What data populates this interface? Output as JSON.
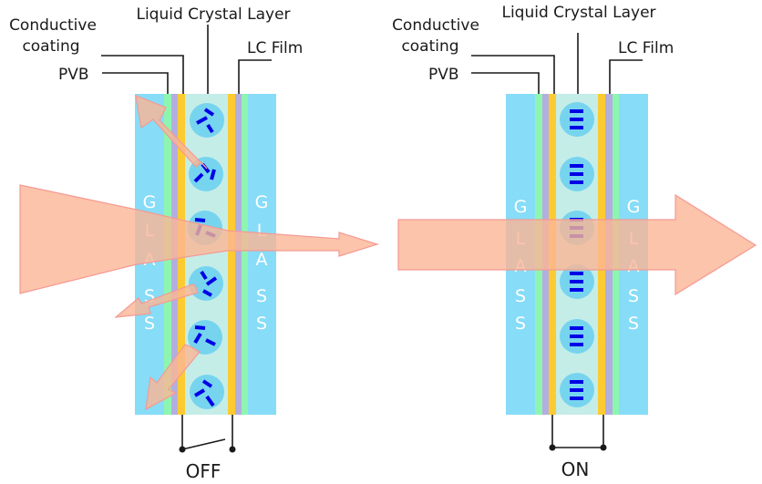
{
  "labels": {
    "conductive_line1": "Conductive",
    "conductive_line2": "coating",
    "liquid_crystal_layer": "Liquid Crystal Layer",
    "lc_film": "LC Film",
    "pvb": "PVB"
  },
  "glass_letters": [
    "G",
    "L",
    "A",
    "S",
    "S"
  ],
  "panels": [
    {
      "state": "OFF",
      "switch_closed": false,
      "molecules_aligned": false
    },
    {
      "state": "ON",
      "switch_closed": true,
      "molecules_aligned": true
    }
  ],
  "colors": {
    "glass": "#87dcf7",
    "pvb": "#8ef5b0",
    "lc_film": "#b3aee0",
    "conductive": "#fccb32",
    "lc_layer": "#c5ede8",
    "droplet": "#76d4ef",
    "molecule": "#0000e6",
    "light": "#fbb595",
    "light_stroke": "#f49a94"
  }
}
